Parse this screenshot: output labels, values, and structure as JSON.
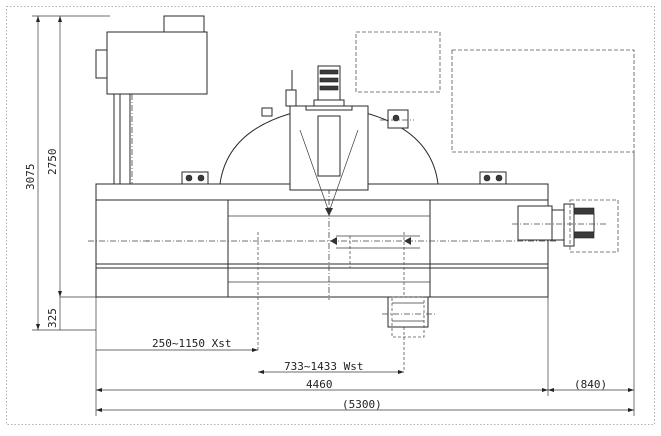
{
  "drawing": {
    "dimensions": {
      "total_height": "3075",
      "upper_height": "2750",
      "base_height": "325",
      "x_stroke": "250~1150 Xst",
      "w_stroke": "733~1433 Wst",
      "body_width": "4460",
      "extension_width": "(840)",
      "overall_width": "(5300)"
    }
  }
}
